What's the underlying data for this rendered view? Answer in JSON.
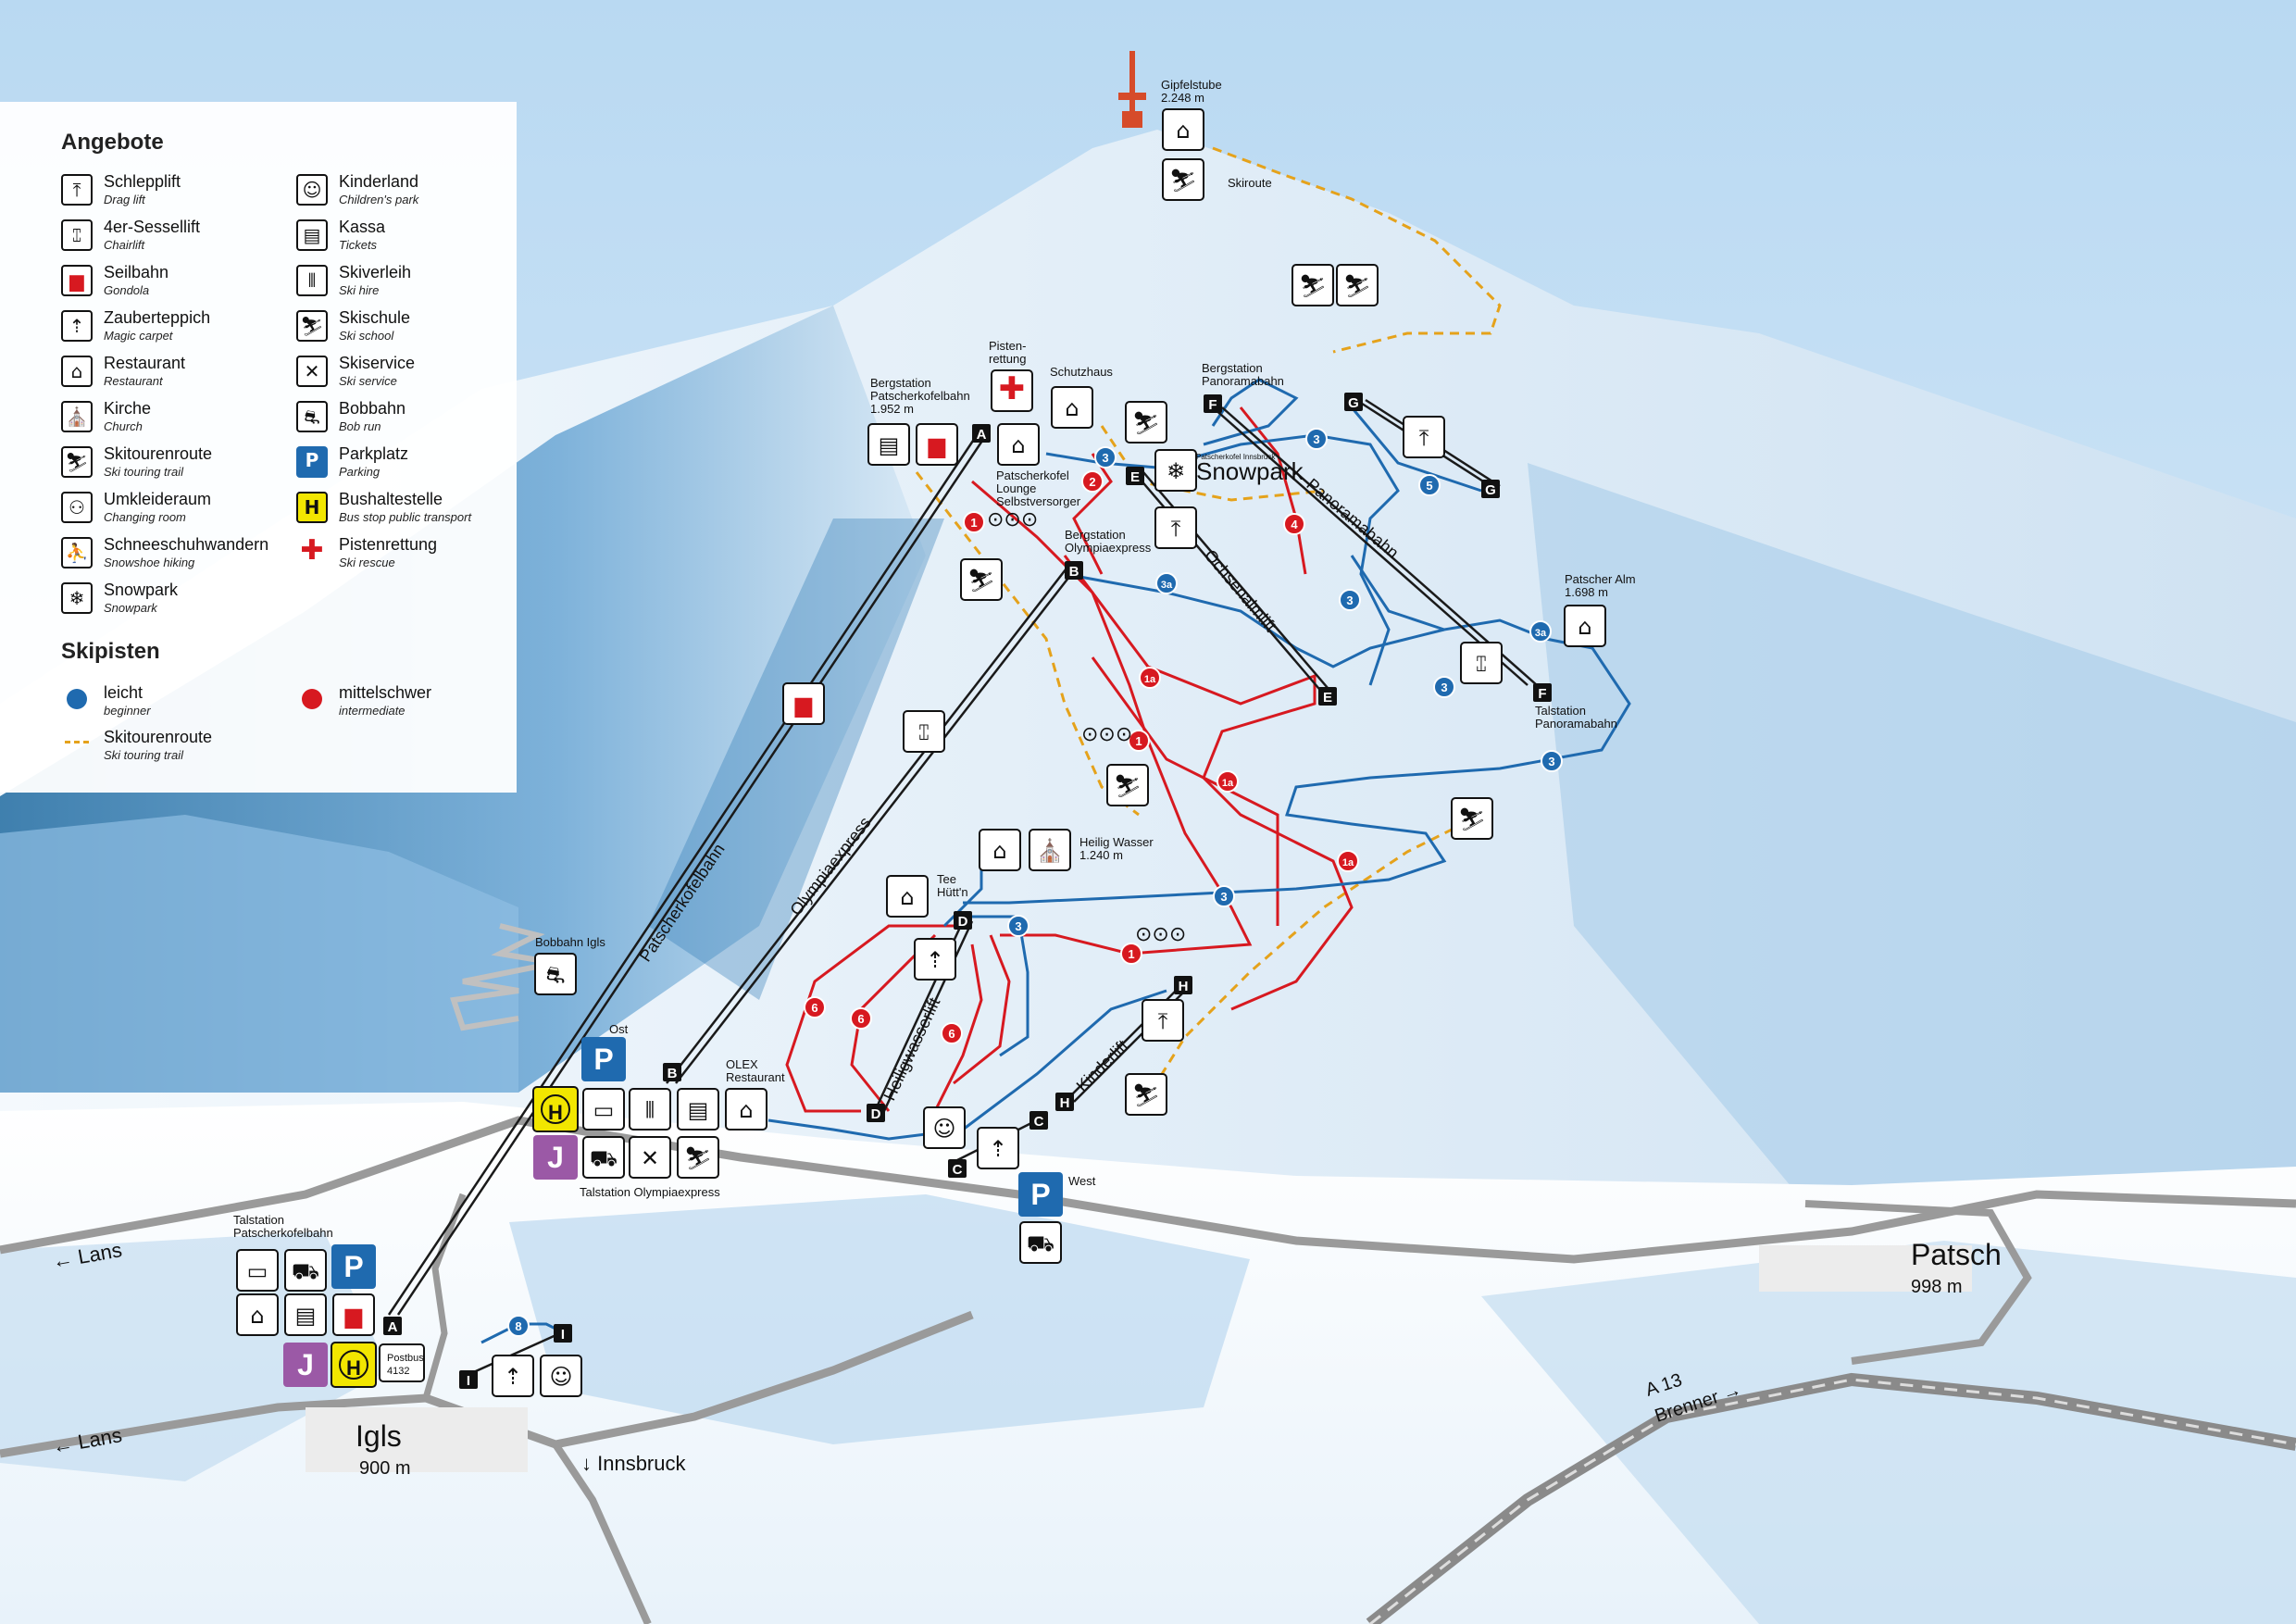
{
  "colors": {
    "sky": "#dbe9f6",
    "blue_run": "#1f6aaf",
    "red_run": "#d71920",
    "touring": "#e5a21b",
    "lift": "#222222",
    "parking": "#1f6aaf",
    "bus": "#f2e600",
    "rescue": "#d71920",
    "purple": "#9b59a6"
  },
  "legend": {
    "title_offers": "Angebote",
    "title_runs": "Skipisten",
    "items_left": [
      {
        "icon": "drag-lift-icon",
        "glyph": "⤒",
        "title": "Schlepplift",
        "sub": "Drag lift"
      },
      {
        "icon": "chairlift-icon",
        "glyph": "⑄",
        "title": "4er-Sessellift",
        "sub": "Chairlift"
      },
      {
        "icon": "gondola-icon",
        "glyph": "▆",
        "title": "Seilbahn",
        "sub": "Gondola"
      },
      {
        "icon": "magic-carpet-icon",
        "glyph": "⇡",
        "title": "Zauberteppich",
        "sub": "Magic carpet"
      },
      {
        "icon": "restaurant-icon",
        "glyph": "⌂",
        "title": "Restaurant",
        "sub": "Restaurant"
      },
      {
        "icon": "church-icon",
        "glyph": "⛪",
        "title": "Kirche",
        "sub": "Church"
      },
      {
        "icon": "ski-touring-icon",
        "glyph": "⛷",
        "title": "Skitourenroute",
        "sub": "Ski touring trail"
      },
      {
        "icon": "changing-room-icon",
        "glyph": "⚇",
        "title": "Umkleideraum",
        "sub": "Changing room"
      },
      {
        "icon": "snowshoe-icon",
        "glyph": "⛹",
        "title": "Schneeschuhwandern",
        "sub": "Snowshoe hiking"
      },
      {
        "icon": "snowpark-icon",
        "glyph": "❄",
        "title": "Snowpark",
        "sub": "Snowpark"
      }
    ],
    "items_right": [
      {
        "icon": "childrens-park-icon",
        "glyph": "☺",
        "title": "Kinderland",
        "sub": "Children's park"
      },
      {
        "icon": "tickets-icon",
        "glyph": "▤",
        "title": "Kassa",
        "sub": "Tickets"
      },
      {
        "icon": "ski-hire-icon",
        "glyph": "⫴",
        "title": "Skiverleih",
        "sub": "Ski hire"
      },
      {
        "icon": "ski-school-icon",
        "glyph": "⛷",
        "title": "Skischule",
        "sub": "Ski school"
      },
      {
        "icon": "ski-service-icon",
        "glyph": "✕",
        "title": "Skiservice",
        "sub": "Ski service"
      },
      {
        "icon": "bob-run-icon",
        "glyph": "⛐",
        "title": "Bobbahn",
        "sub": "Bob run"
      },
      {
        "icon": "parking-icon",
        "glyph": "P",
        "title": "Parkplatz",
        "sub": "Parking"
      },
      {
        "icon": "bus-stop-icon",
        "glyph": "H",
        "title": "Bushaltestelle",
        "sub": "Bus stop public transport"
      },
      {
        "icon": "ski-rescue-icon",
        "glyph": "✚",
        "title": "Pistenrettung",
        "sub": "Ski rescue"
      }
    ],
    "runs": [
      {
        "title": "leicht",
        "sub": "beginner",
        "color": "#1f6aaf"
      },
      {
        "title": "mittelschwer",
        "sub": "intermediate",
        "color": "#d71920"
      },
      {
        "title": "Skitourenroute",
        "sub": "Ski touring trail",
        "color": "#e5a21b"
      }
    ]
  },
  "places": {
    "gipfel": "Gipfelstube",
    "gipfel_alt": "2.248 m",
    "skiroute": "Skiroute",
    "pistenrettung": [
      "Pisten-",
      "rettung"
    ],
    "schutzhaus": "Schutzhaus",
    "berg_patscherkofel": [
      "Bergstation",
      "Patscherkofelbahn",
      "1.952 m"
    ],
    "berg_panorama": [
      "Bergstation",
      "Panoramabahn"
    ],
    "lounge": [
      "Patscherkofel",
      "Lounge",
      "Selbstversorger"
    ],
    "berg_olympia": [
      "Bergstation",
      "Olympiaexpress"
    ],
    "snowpark": "Snowpark",
    "snowpark_tag": "Patscherkofel Innsbruck",
    "patscher_alm": [
      "Patscher Alm",
      "1.698 m"
    ],
    "tal_panorama": [
      "Talstation",
      "Panoramabahn"
    ],
    "heilig_wasser": [
      "Heilig Wasser",
      "1.240 m"
    ],
    "tee_huettn": [
      "Tee",
      "Hütt'n"
    ],
    "bobbahn_igls": "Bobbahn Igls",
    "ost": "Ost",
    "olex": [
      "OLEX",
      "Restaurant"
    ],
    "tal_olympia": "Talstation Olympiaexpress",
    "west": "West",
    "tal_patscherkofel": [
      "Talstation",
      "Patscherkofelbahn"
    ],
    "postbus": [
      "Postbus",
      "4132"
    ],
    "patsch": "Patsch",
    "patsch_alt": "998 m",
    "igls": "Igls",
    "igls_alt": "900 m",
    "lans": "← Lans",
    "innsbruck": "↓ Innsbruck",
    "a13": [
      "A 13",
      "Brenner →"
    ]
  },
  "lifts": {
    "patscherkofelbahn": "Patscherkofelbahn",
    "olympiaexpress": "Olympiaexpress",
    "panoramabahn": "Panoramabahn",
    "ochsenalmlift": "Ochsenalmlift",
    "heiligwasserlift": "Heiligwasserlift",
    "kinderlift": "Kinderlift"
  },
  "lift_letters": [
    "A",
    "B",
    "C",
    "D",
    "E",
    "F",
    "G",
    "H",
    "I"
  ],
  "run_numbers": [
    "1",
    "1a",
    "2",
    "3",
    "3a",
    "4",
    "5",
    "6",
    "8"
  ],
  "icon_glyphs": {
    "restaurant": "⌂",
    "touring": "⛷",
    "rescue": "✚",
    "church": "⛪",
    "chair": "⑄",
    "gondola": "▆",
    "drag": "⤒",
    "bob": "⛐",
    "bus": "▭",
    "car": "⛟",
    "skihire": "⫴",
    "tickets": "▤",
    "ski_service": "✕",
    "ski_school": "⛷",
    "kids": "☺",
    "magic": "⇡",
    "snowflake": "❄",
    "olympic": "⊙⊙⊙"
  }
}
